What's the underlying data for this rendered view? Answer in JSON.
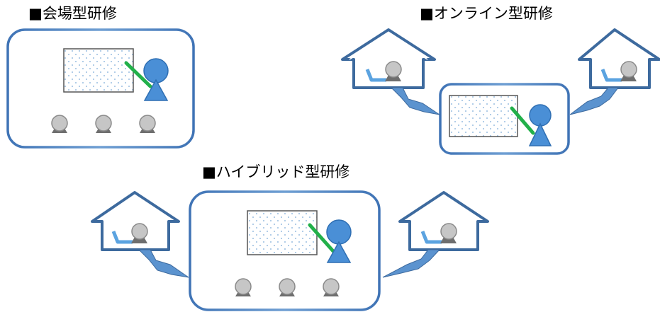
{
  "sections": {
    "venue": {
      "title": "■会場型研修"
    },
    "online": {
      "title": "■オンライン型研修"
    },
    "hybrid": {
      "title": "■ハイブリッド型研修"
    }
  },
  "colors": {
    "room_border": "#4a7fbf",
    "house_stroke": "#3d6a9e",
    "instructor": "#4a8fd6",
    "pointer": "#22b04a",
    "attendee_head": "#c6c6c6",
    "attendee_body": "#6e6e6e",
    "chair": "#5ba3e0",
    "board_dots": "#7aa9d8",
    "lightning": "#5b93cf"
  },
  "icons": [
    "whiteboard-icon",
    "instructor-icon",
    "attendee-icon",
    "house-icon",
    "chair-icon",
    "lightning-icon"
  ]
}
